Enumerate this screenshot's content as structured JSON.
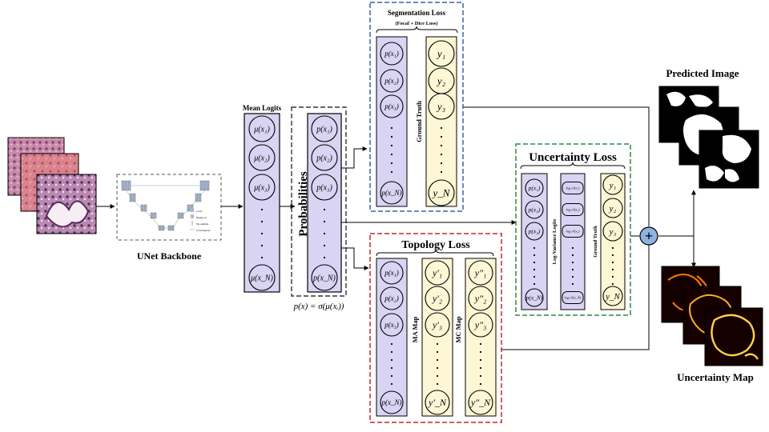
{
  "titles": {
    "mean_logits": "Mean Logits",
    "probabilities": "Probabilities",
    "prob_formula": "p(x) = σ(μ(xᵢ))",
    "unet_backbone": "UNet Backbone",
    "segmentation_loss": "Segmentation Loss",
    "segmentation_loss_sub": "(Focal + Dice Loss)",
    "ground_truth": "Ground Truth",
    "topology_loss": "Topology Loss",
    "ma_map": "MA Map",
    "mc_map": "MC Map",
    "uncertainty_loss": "Uncertainty Loss",
    "log_variance_logits": "Log-Variance Logits",
    "predicted_image": "Predicted Image",
    "uncertainty_map": "Uncertainty Map",
    "plus": "+"
  },
  "cells": {
    "mean": [
      "μ(x₁)",
      "μ(x₂)",
      "μ(x₃)",
      "μ(x_N)"
    ],
    "prob": [
      "p(x₁)",
      "p(x₂)",
      "p(x₃)",
      "p(x_N)"
    ],
    "seg_p": [
      "p(x₁)",
      "p(x₂)",
      "p(x₃)",
      "p(x_N)"
    ],
    "seg_y": [
      "y₁",
      "y₂",
      "y₃",
      "y_N"
    ],
    "top_p": [
      "p(x₁)",
      "p(x₂)",
      "p(x₃)",
      "p(x_N)"
    ],
    "top_ma": [
      "y′₁",
      "y′₂",
      "y′₃",
      "y′_N"
    ],
    "top_mc": [
      "y″₁",
      "y″₂",
      "y″₃",
      "y″_N"
    ],
    "unc_p": [
      "p(x₁)",
      "p(x₂)",
      "p(x₃)",
      "p(x_N)"
    ],
    "unc_lv": [
      "log σ²(x₁)",
      "log σ²(x₂)",
      "log σ²(x₃)",
      "log σ²(x_N)"
    ],
    "unc_y": [
      "y₁",
      "y₂",
      "y₃",
      "y_N"
    ]
  },
  "unet_legend": [
    "Conv",
    "Maxpool",
    "Up-sample",
    "Concatenate"
  ],
  "colors": {
    "lavender": "#d9d4f3",
    "cream": "#fdf7d6",
    "seg_border": "#3a62a8",
    "topo_border": "#c0282f",
    "unc_border": "#2f8a3c",
    "plus_fill": "#8fb3e0"
  }
}
